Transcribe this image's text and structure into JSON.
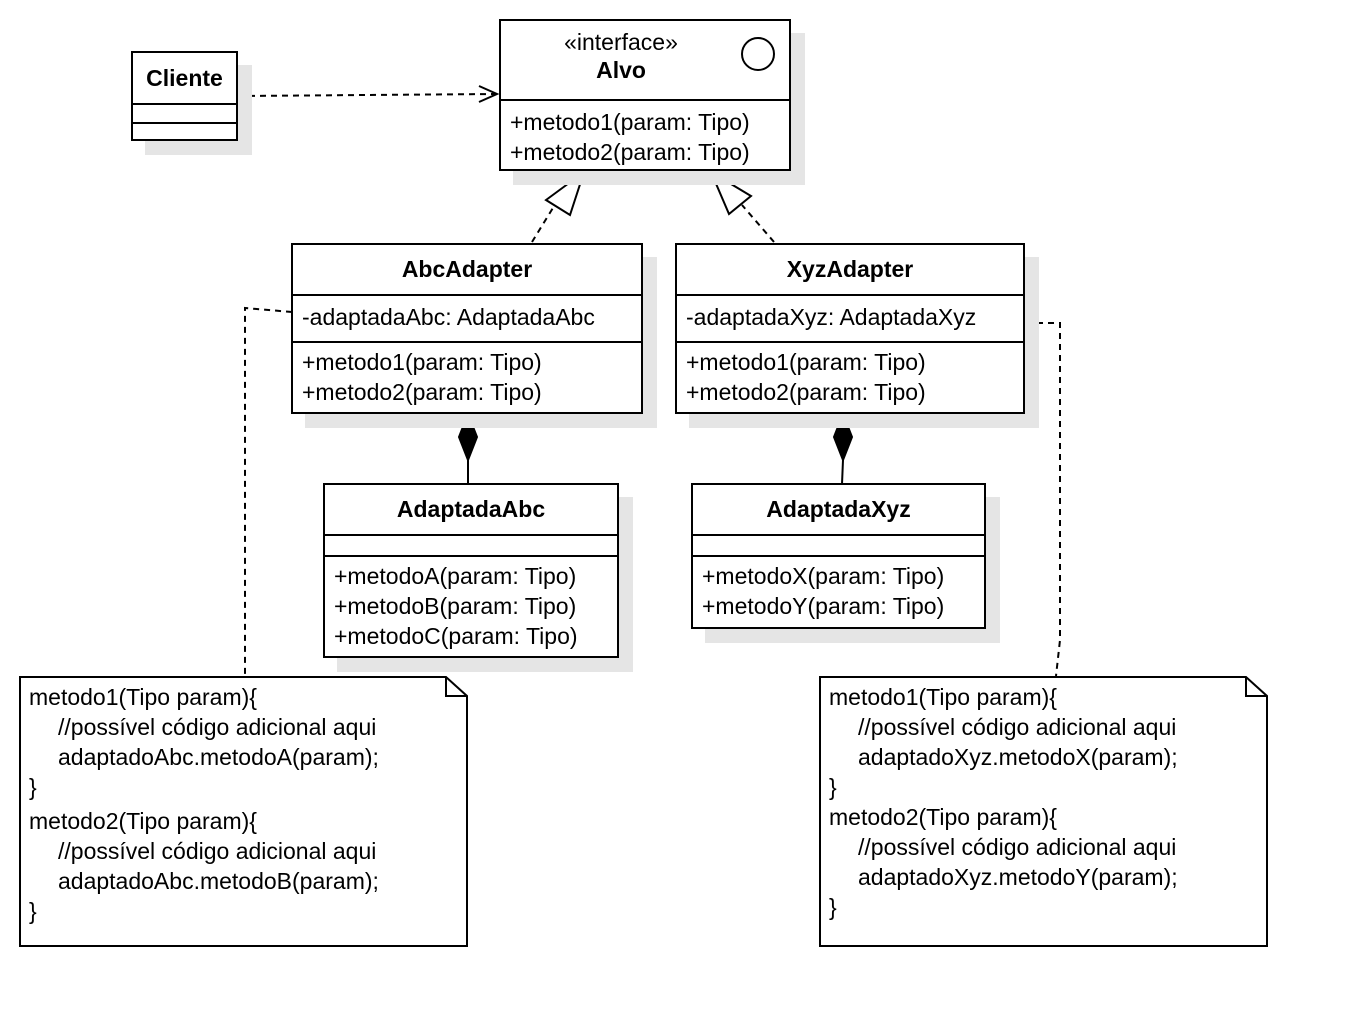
{
  "colors": {
    "line": "#000000",
    "shadow": "#e5e5e5",
    "fill": "#ffffff"
  },
  "client": {
    "name": "Cliente"
  },
  "target": {
    "stereotype": "«interface»",
    "name": "Alvo",
    "icon": "interface-circle-icon",
    "methods": [
      "+metodo1(param: Tipo)",
      "+metodo2(param: Tipo)"
    ]
  },
  "abc_adapter": {
    "name": "AbcAdapter",
    "attribute": "-adaptadaAbc: AdaptadaAbc",
    "methods": [
      "+metodo1(param: Tipo)",
      "+metodo2(param: Tipo)"
    ]
  },
  "xyz_adapter": {
    "name": "XyzAdapter",
    "attribute": "-adaptadaXyz: AdaptadaXyz",
    "methods": [
      "+metodo1(param: Tipo)",
      "+metodo2(param: Tipo)"
    ]
  },
  "adaptee_abc": {
    "name": "AdaptadaAbc",
    "methods": [
      "+metodoA(param: Tipo)",
      "+metodoB(param: Tipo)",
      "+metodoC(param: Tipo)"
    ]
  },
  "adaptee_xyz": {
    "name": "AdaptadaXyz",
    "methods": [
      "+metodoX(param: Tipo)",
      "+metodoY(param: Tipo)"
    ]
  },
  "note_abc": {
    "lines": [
      "metodo1(Tipo param){",
      "//possível código adicional aqui",
      "adaptadoAbc.metodoA(param);",
      "}",
      "metodo2(Tipo param){",
      "//possível código adicional aqui",
      "adaptadoAbc.metodoB(param);",
      "}"
    ]
  },
  "note_xyz": {
    "lines": [
      "metodo1(Tipo param){",
      "//possível código adicional aqui",
      "adaptadoXyz.metodoX(param);",
      "}",
      "metodo2(Tipo param){",
      "//possível código adicional aqui",
      "adaptadoXyz.metodoY(param);",
      "}"
    ]
  }
}
